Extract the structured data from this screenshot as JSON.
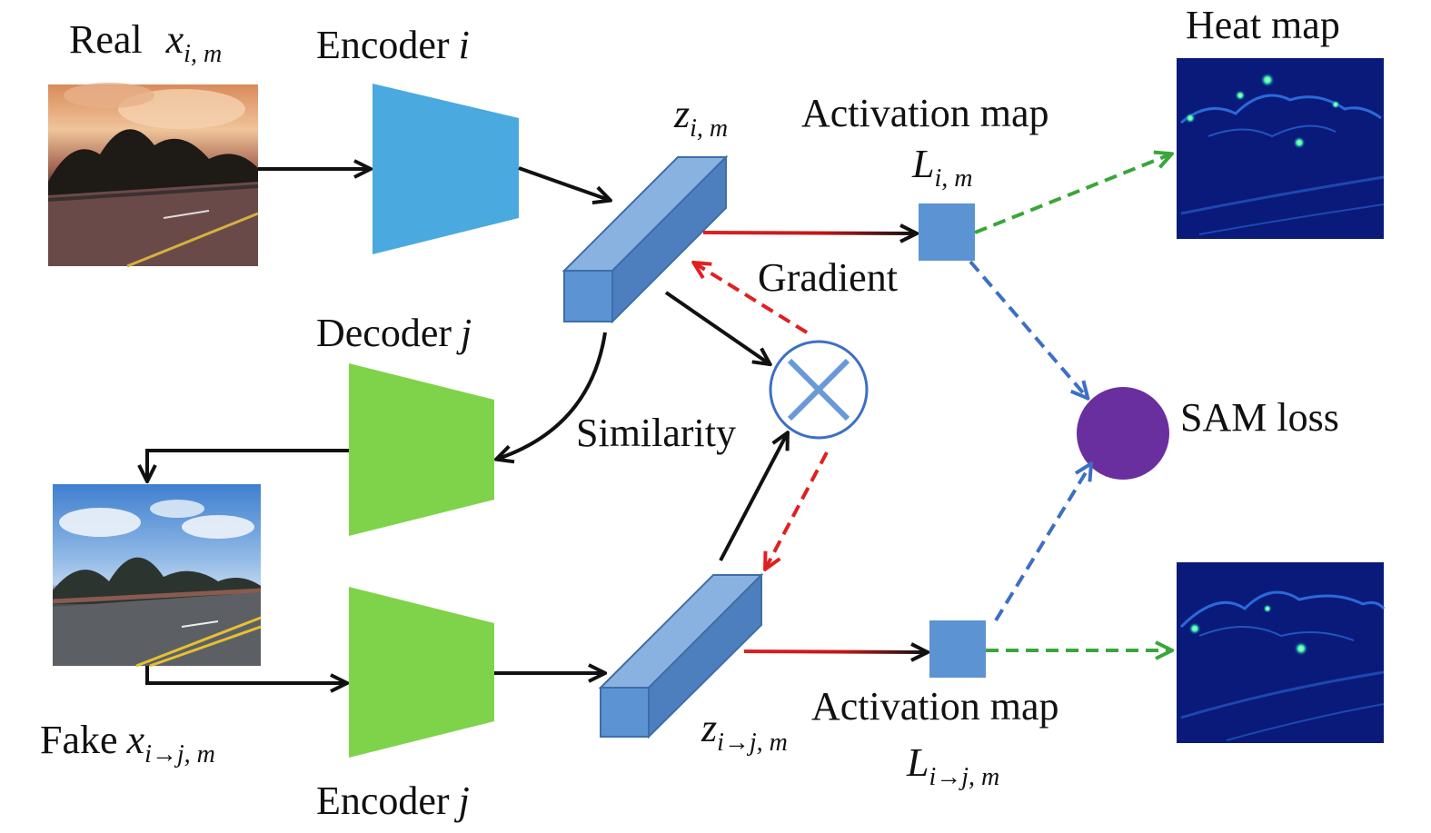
{
  "labels": {
    "real": "Real",
    "real_var": "x",
    "real_sub": "i, m",
    "encoder_i": "Encoder",
    "encoder_i_var": "i",
    "decoder_j": "Decoder",
    "decoder_j_var": "j",
    "encoder_j": "Encoder",
    "encoder_j_var": "j",
    "fake": "Fake",
    "fake_var": "x",
    "fake_sub": "i→j, m",
    "z_top": "z",
    "z_top_sub": "i, m",
    "z_bottom": "z",
    "z_bottom_sub": "i→j, m",
    "activation_map_top": "Activation map",
    "l_top": "L",
    "l_top_sub": "i, m",
    "activation_map_bottom": "Activation map",
    "l_bottom": "L",
    "l_bottom_sub": "i→j, m",
    "gradient": "Gradient",
    "similarity": "Similarity",
    "sam_loss": "SAM loss",
    "heat_map": "Heat map"
  },
  "colors": {
    "encoder_i": "#4aa9df",
    "decoder_encoder_j": "#7ed34a",
    "latent_block": "#5b8fcc",
    "activation_square": "#5b93d3",
    "sam_loss_node": "#6a2f9e",
    "arrow_black": "#111111",
    "arrow_red": "#e02020",
    "arrow_green": "#3aa63a",
    "arrow_blue": "#3d6fc4",
    "heat_map_bg": "#0a1a7a"
  }
}
